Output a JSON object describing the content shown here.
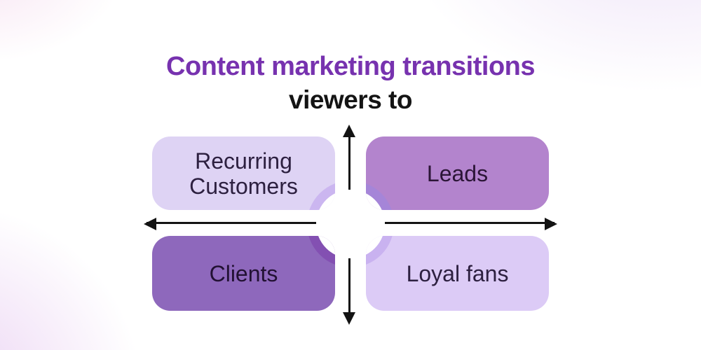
{
  "title": {
    "line1": "Content marketing transitions",
    "line2": "viewers to",
    "line1_color": "#7732AF",
    "line2_color": "#141414"
  },
  "quadrants": [
    {
      "position": "top-left",
      "label": "Recurring Customers",
      "fill": "#DED3F4",
      "ring": "#CBB6F0",
      "text_color": "#2D2040"
    },
    {
      "position": "top-right",
      "label": "Leads",
      "fill": "#B384CD",
      "ring": "#A585D8",
      "text_color": "#2B1536"
    },
    {
      "position": "bottom-left",
      "label": "Clients",
      "fill": "#8E68BC",
      "ring": "#8350B2",
      "text_color": "#221133"
    },
    {
      "position": "bottom-right",
      "label": "Loyal fans",
      "fill": "#DCCBF6",
      "ring": "#C9B2F0",
      "text_color": "#2D2040"
    }
  ],
  "axes": {
    "color": "#131313"
  },
  "background": {
    "base": "#FFFFFF",
    "top_left_glow": "#F8E6F3",
    "top_right_glow": "#F0E6F8",
    "bottom_left_glow": "#EBD3F3"
  }
}
